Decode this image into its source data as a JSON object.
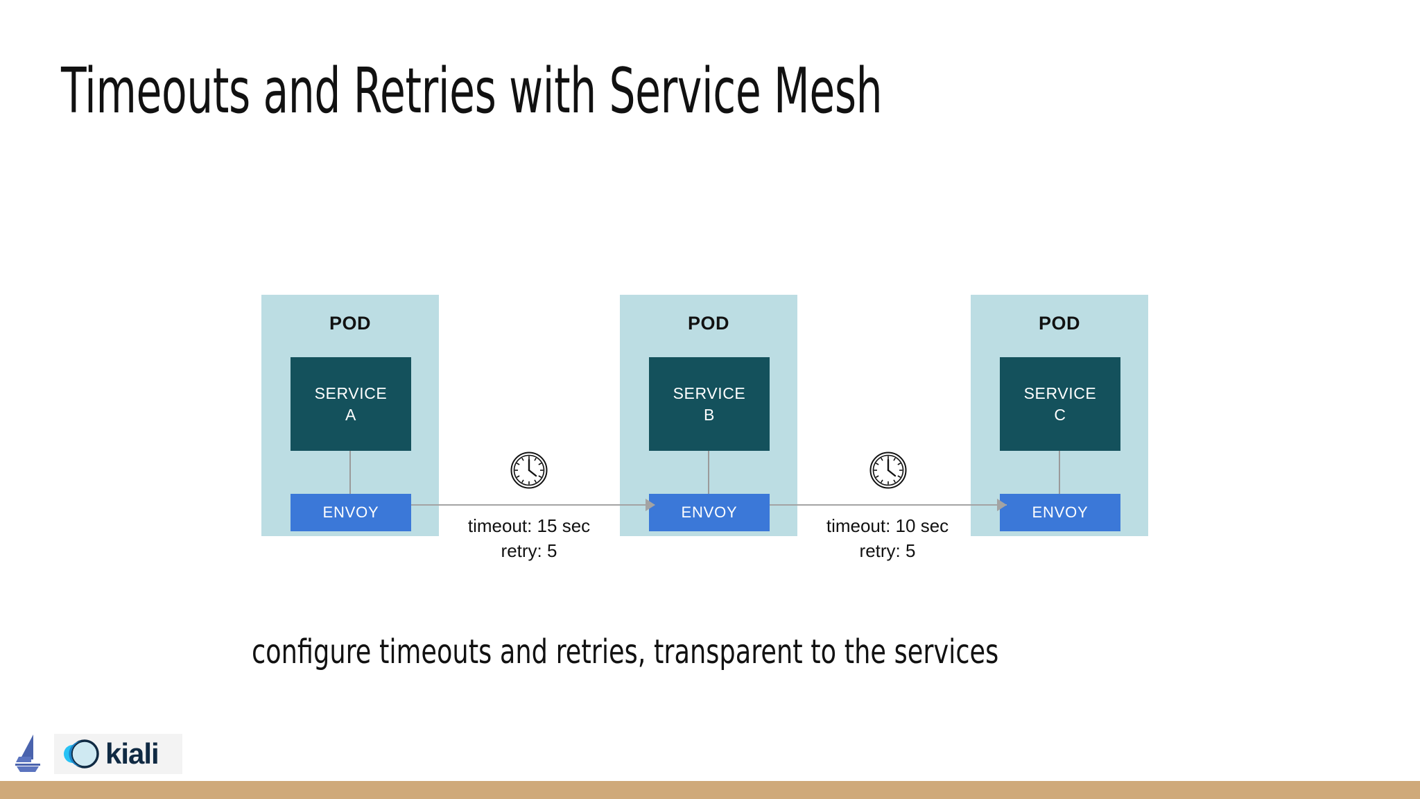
{
  "slide": {
    "title": "Timeouts and Retries with Service Mesh",
    "subtitle": "configure timeouts and retries, transparent to the services",
    "background_color": "#ffffff",
    "bottom_bar_color": "#cfa97a"
  },
  "diagram": {
    "pod_label": "POD",
    "envoy_label": "ENVOY",
    "colors": {
      "pod_background": "#bcdde3",
      "service_box": "#14515c",
      "envoy_box": "#3b78d8",
      "connector": "#a3a3a3"
    },
    "pods": [
      {
        "pod_label": "POD",
        "service_name": "SERVICE",
        "service_id": "A",
        "envoy_label": "ENVOY"
      },
      {
        "pod_label": "POD",
        "service_name": "SERVICE",
        "service_id": "B",
        "envoy_label": "ENVOY"
      },
      {
        "pod_label": "POD",
        "service_name": "SERVICE",
        "service_id": "C",
        "envoy_label": "ENVOY"
      }
    ],
    "links": [
      {
        "icon": "clock-icon",
        "timeout": "timeout: 15 sec",
        "retry": "retry: 5"
      },
      {
        "icon": "clock-icon",
        "timeout": "timeout: 10 sec",
        "retry": "retry: 5"
      }
    ]
  },
  "footer": {
    "istio_logo_name": "istio-sailboat-logo",
    "kiali_logo_name": "kiali-logo",
    "kiali_wordmark": "kiali"
  }
}
